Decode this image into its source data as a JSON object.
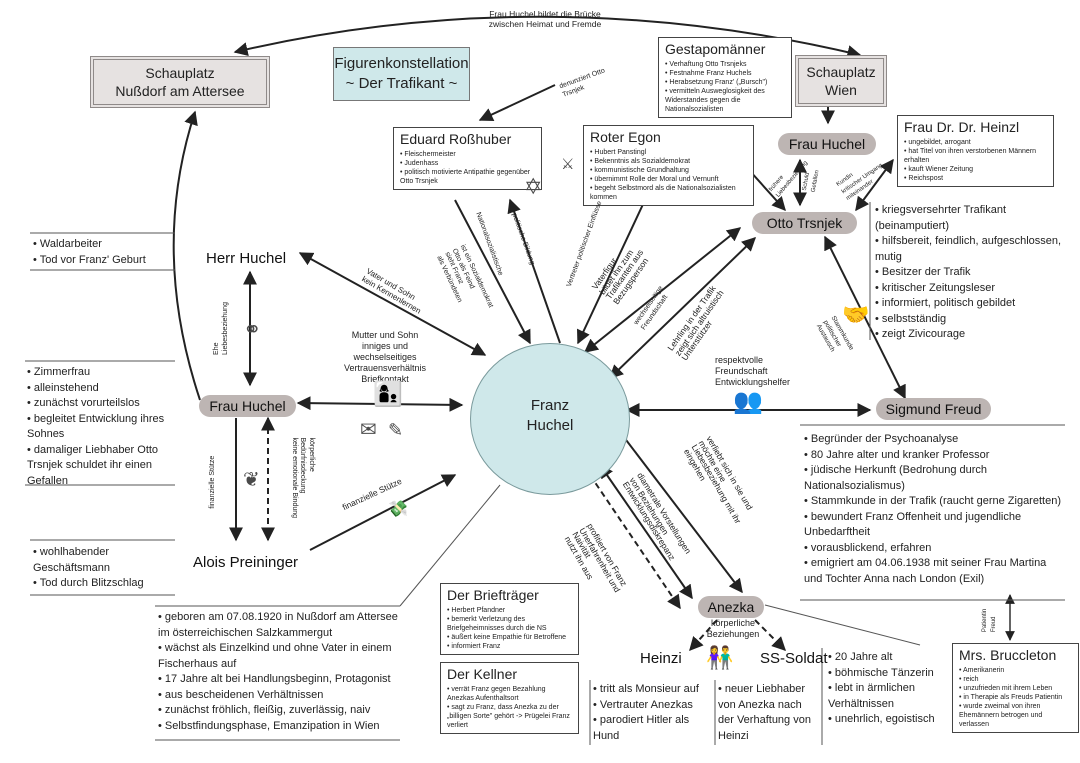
{
  "title_line1": "Figurenkonstellation",
  "title_line2": "~ Der Trafikant ~",
  "top_bridge": {
    "line1": "Frau Huchel bildet die Brücke",
    "line2": "zwischen Heimat und Fremde"
  },
  "place_left": {
    "line1": "Schauplatz",
    "line2": "Nußdorf am Attersee"
  },
  "place_right": {
    "line1": "Schauplatz",
    "line2": "Wien"
  },
  "center": {
    "line1": "Franz",
    "line2": "Huchel"
  },
  "characters": {
    "herr_huchel": "Herr Huchel",
    "frau_huchel_left": "Frau Huchel",
    "alois": "Alois Preininger",
    "otto": "Otto Trsnjek",
    "frau_huchel_right": "Frau Huchel",
    "freud": "Sigmund Freud",
    "anezka": "Anezka",
    "heinzi": "Heinzi",
    "ss_soldat": "SS-Soldat"
  },
  "gestapo": {
    "title": "Gestapomänner",
    "items": [
      "Verhaftung Otto Trsnjeks",
      "Festnahme Franz Huchels",
      "Herabsetzung Franz' („Bursch\")",
      "vermitteln Ausweglosigkeit des Widerstandes gegen die Nationalsozialisten"
    ]
  },
  "rosshuber": {
    "title": "Eduard Roßhuber",
    "items": [
      "Fleischermeister",
      "Judenhass",
      "politisch motivierte Antipathie gegenüber Otto Trsnjek"
    ]
  },
  "egon": {
    "title": "Roter Egon",
    "items": [
      "Hubert Panstingl",
      "Bekenntnis als Sozialdemokrat",
      "kommunistische Grundhaltung",
      "übernimmt Rolle der Moral und Vernunft",
      "begeht Selbstmord als die Nationalsozialisten kommen"
    ]
  },
  "heinzl": {
    "title": "Frau Dr. Dr. Heinzl",
    "items": [
      "ungebildet, arrogant",
      "hat Titel von ihren verstorbenen Männern erhalten",
      "kauft Wiener Zeitung",
      "Reichspost"
    ]
  },
  "brieftraeger": {
    "title": "Der Briefträger",
    "items": [
      "Herbert Pfandner",
      "bemerkt Verletzung des Briefgeheimnisses durch die NS",
      "äußert keine Empathie für Betroffene",
      "informiert Franz"
    ]
  },
  "kellner": {
    "title": "Der Kellner",
    "items": [
      "verrät Franz gegen Bezahlung Anezkas Aufenthaltsort",
      "sagt zu Franz, dass Anezka zu der „billigen Sorte\" gehört -> Prügelei Franz verliert"
    ]
  },
  "bruccleton": {
    "title": "Mrs. Bruccleton",
    "items": [
      "Amerikanerin",
      "reich",
      "unzufrieden mit ihrem Leben",
      "in Therapie als Freuds Patientin",
      "wurde zweimal von ihren Ehemännern betrogen und verlassen"
    ]
  },
  "herr_huchel_notes": [
    "Waldarbeiter",
    "Tod vor Franz' Geburt"
  ],
  "frau_huchel_notes": [
    "Zimmerfrau",
    "alleinstehend",
    "zunächst vorurteilslos",
    "begleitet Entwicklung ihres Sohnes",
    "damaliger Liebhaber Otto Trsnjek schuldet ihr einen Gefallen"
  ],
  "alois_notes": [
    "wohlhabender Geschäftsmann",
    "Tod durch Blitzschlag"
  ],
  "franz_notes": [
    "geboren am 07.08.1920 in Nußdorf am Attersee im österreichischen Salzkammergut",
    "wächst als Einzelkind und ohne Vater in einem Fischerhaus auf",
    "17 Jahre alt bei Handlungsbeginn, Protagonist",
    "aus bescheidenen Verhältnissen",
    "zunächst fröhlich, fleißig, zuverlässig, naiv",
    "Selbstfindungsphase, Emanzipation in Wien"
  ],
  "otto_notes": [
    "kriegsversehrter Trafikant (beinamputiert)",
    "hilfsbereit, feindlich, aufgeschlossen, mutig",
    "Besitzer der Trafik",
    "kritischer Zeitungsleser",
    "informiert, politisch gebildet",
    "selbstständig",
    "zeigt Zivicourage"
  ],
  "freud_notes": [
    "Begründer der Psychoanalyse",
    "80 Jahre alter und kranker Professor",
    "jüdische Herkunft (Bedrohung durch Nationalsozialismus)",
    "Stammkunde in der Trafik (raucht gerne Zigaretten)",
    "bewundert Franz Offenheit und jugendliche Unbedarftheit",
    "vorausblickend, erfahren",
    "emigriert am 04.06.1938 mit seiner Frau Martina und Tochter Anna nach London (Exil)"
  ],
  "anezka_notes": [
    "20 Jahre alt",
    "böhmische Tänzerin",
    "lebt in ärmlichen Verhältnissen",
    "unehrlich, egoistisch"
  ],
  "heinzi_notes": [
    "tritt als Monsieur auf",
    "Vertrauter Anezkas",
    "parodiert Hitler als Hund"
  ],
  "ss_notes": [
    "neuer Liebhaber von Anezka nach der Verhaftung von Heinzi"
  ],
  "relations": {
    "vater_sohn": [
      "Vater und Sohn",
      "kein Kennenlernen"
    ],
    "mutter_sohn": [
      "Mutter und Sohn",
      "inniges und",
      "wechselseitiges",
      "Vertrauensverhältnis",
      "Briefkontakt"
    ],
    "ehe": [
      "Ehe",
      "Liebesbeziehung"
    ],
    "finanzielle_stuetze": "finanzielle Stütze",
    "finanzielle_stuetze_v": "finanzielle Stütze",
    "koerperliche": [
      "körperliche",
      "Bedürfnisdeckung",
      "keine emotionale Bindung"
    ],
    "respekt": [
      "respektvolle",
      "Freundschaft",
      "Entwicklungshelfer"
    ],
    "lehrling": [
      "Lehrling in der Trafik",
      "zeigt sich altruistisch",
      "Unterstützer"
    ],
    "vaterfigur": [
      "Vaterfigur",
      "bildet ihn zum",
      "Trafikanten aus",
      "Bezugsperson"
    ],
    "anezka_rel": [
      "körperliche",
      "Beziehungen"
    ],
    "verliebt": [
      "verliebt sich in sie und",
      "möchte eine",
      "Liebesbeziehung mit ihr",
      "eingehen"
    ],
    "diametral": [
      "diametrale Vorstellungen",
      "von Beziehungen",
      "Entwicklungsdiskrepanz"
    ],
    "profitiert": [
      "profitiert von Franz",
      "Unerfahrenheit und",
      "Naivität",
      "nutzt ihn aus"
    ],
    "denunziert": [
      "denunziert Otto",
      "Trsnjek"
    ],
    "gegenseitige": [
      "wechselseitige",
      "Freundschaft"
    ],
    "politische_bedrohung": "Vertreter politischer Einflüsse",
    "politische_bildung": "politische Bildung",
    "nationalsozialistische": "Nationalsozialistische",
    "rossh_rel": [
      "ist ein Sozialdemokrat",
      "Otto als Feind",
      "sieht Franz",
      "als Verbündeten"
    ],
    "frau_huchel_otto_1": [
      "frühere",
      "Liebesbeziehung"
    ],
    "frau_huchel_otto_2": [
      "Schuld",
      "Gefallen"
    ],
    "heinzl_otto": [
      "Kundin",
      "kritischer Umgang",
      "miteinander"
    ],
    "freud_otto": [
      "Stammkunde",
      "politischer",
      "Austausch"
    ],
    "bruccleton_freud": [
      "Patientin",
      "Freud"
    ]
  },
  "colors": {
    "accent": "#cfe8ea",
    "pill": "#bdb5b3",
    "place": "#e6e2e1"
  }
}
